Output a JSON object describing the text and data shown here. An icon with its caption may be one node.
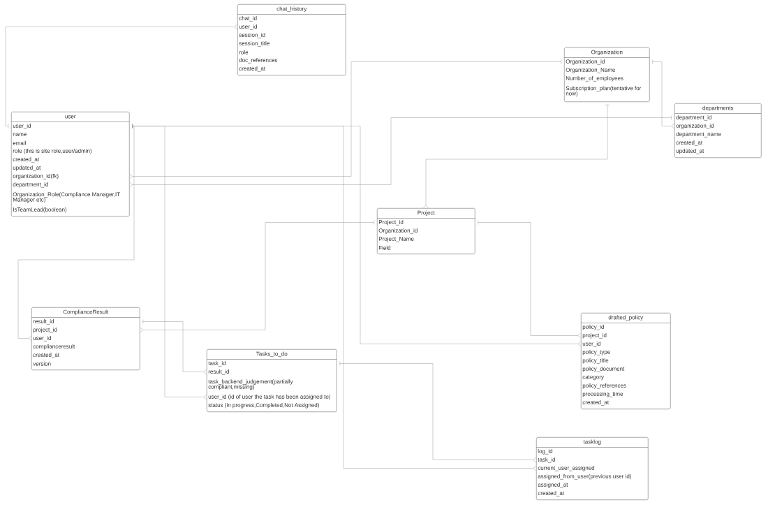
{
  "diagram": {
    "nodes": [
      {
        "text": [
          "chat_history",
          "chat_id",
          "user_id",
          "session_id",
          "session_title",
          "role",
          "doc_references",
          "created_at"
        ]
      },
      {
        "text": [
          "Organization",
          "Organization_id",
          "Organization_Name",
          "Number_of_employees",
          "Subscription_plan(tentative for now)"
        ]
      },
      {
        "text": [
          "user",
          "user_id",
          "name",
          "email",
          "role (this is site role,user/admin)",
          "created_at",
          "updated_at",
          "organization_id(fk)",
          "department_id",
          "Organization_Role(Compliance Manager,IT Manager etc)",
          "IsTeamLead(boolean)"
        ]
      },
      {
        "text": [
          "departments",
          "department_id",
          "organization_id",
          "department_name",
          "created_at",
          "updated_at"
        ]
      },
      {
        "text": [
          "Project",
          "Project_id",
          "Organization_id",
          "Project_Name",
          "Field"
        ]
      },
      {
        "text": [
          "ComplianceResult",
          "result_id",
          "project_id",
          "user_id",
          "complianceresult",
          "created_at",
          "version"
        ]
      },
      {
        "text": [
          "Tasks_to_do",
          "task_id",
          "result_id",
          "task_backend_judgement(partially compliant,missing)",
          "user_id (id of user the task has been assigned to)",
          "status (in progress,Completed,Not Assigned)"
        ]
      },
      {
        "text": [
          "drafted_policy",
          "policy_id",
          "project_id",
          "user_id",
          "policy_type",
          "policy_title",
          "policy_document",
          "category",
          "policy_references",
          "processing_time",
          "created_at"
        ]
      },
      {
        "text": [
          "tasklog",
          "log_id",
          "task_id",
          "current_user_assigned",
          "assigned_from_user(previous user id)",
          "assigned_at",
          "created_at"
        ]
      }
    ],
    "edges": [
      {
        "from": 2,
        "to": 0,
        "arrow": "other"
      },
      {
        "from": 1,
        "to": 2,
        "arrow": "other"
      },
      {
        "from": 3,
        "to": 2,
        "arrow": "other"
      },
      {
        "from": 1,
        "to": 3,
        "arrow": "other"
      },
      {
        "from": 1,
        "to": 4,
        "arrow": "other"
      },
      {
        "from": 2,
        "to": 5,
        "arrow": "other"
      },
      {
        "from": 2,
        "to": 6,
        "arrow": "other"
      },
      {
        "from": 2,
        "to": 8,
        "arrow": "other"
      },
      {
        "from": 2,
        "to": 7,
        "arrow": "other"
      },
      {
        "from": 4,
        "to": 5,
        "arrow": "other"
      },
      {
        "from": 4,
        "to": 7,
        "arrow": "other"
      },
      {
        "from": 5,
        "to": 6,
        "arrow": "other"
      },
      {
        "from": 6,
        "to": 8,
        "arrow": "other"
      }
    ]
  }
}
